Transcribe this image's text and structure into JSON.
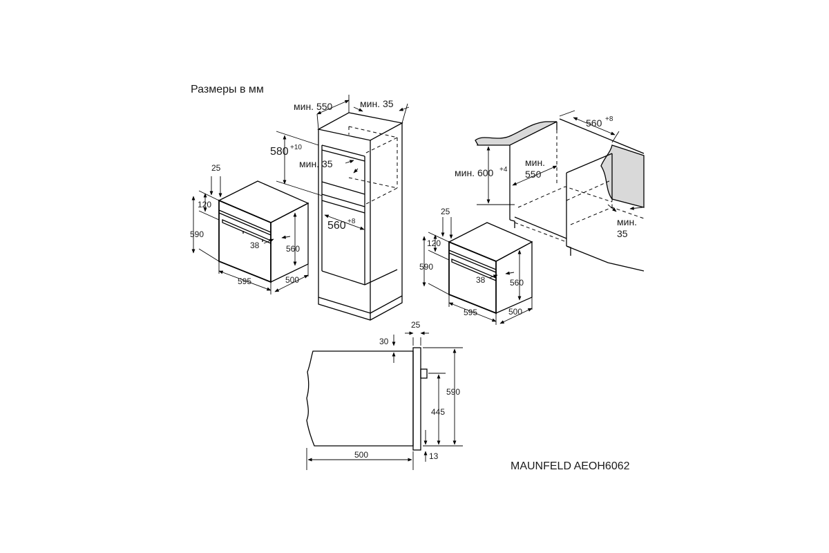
{
  "heading": "Размеры в мм",
  "model": "MAUNFELD AEOH6062",
  "colors": {
    "line": "#000000",
    "text": "#1a1a1a",
    "worktop_fill": "#d9d9d9",
    "background": "#ffffff"
  },
  "column": {
    "min_depth": "мин. 550",
    "min_gap_top": "мин. 35",
    "niche_height": "580",
    "niche_height_tol": "+10",
    "min_gap_mid": "мин. 35",
    "niche_width": "560",
    "niche_width_tol": "+8"
  },
  "oven_left": {
    "d25": "25",
    "d120": "120",
    "d590": "590",
    "d38": "38",
    "d560": "560",
    "d595": "595",
    "d500": "500"
  },
  "undercounter": {
    "niche_width": "560",
    "niche_width_tol": "+8",
    "min_height": "мин. 600",
    "min_height_tol": "+4",
    "min_depth_line1": "мин.",
    "min_depth_line2": "550",
    "min_gap_line1": "мин.",
    "min_gap_line2": "35"
  },
  "oven_right": {
    "d25": "25",
    "d120": "120",
    "d590": "590",
    "d38": "38",
    "d560": "560",
    "d595": "595",
    "d500": "500"
  },
  "side_view": {
    "d25": "25",
    "d30": "30",
    "d590": "590",
    "d445": "445",
    "d500": "500",
    "d13": "13"
  }
}
